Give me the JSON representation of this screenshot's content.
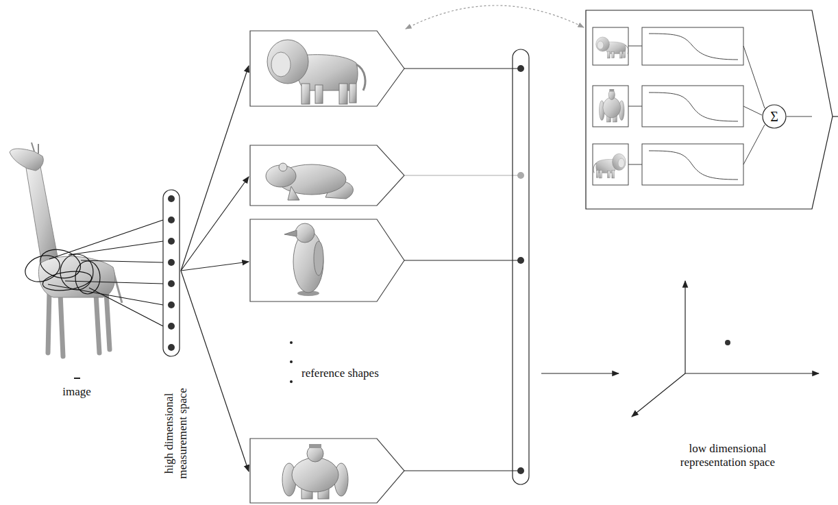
{
  "diagram": {
    "nodes": [
      {
        "text": [
          "Σ"
        ]
      }
    ],
    "labels": [
      "image",
      "high dimensional measurement space",
      "reference shapes",
      "low dimensional representation space"
    ]
  }
}
